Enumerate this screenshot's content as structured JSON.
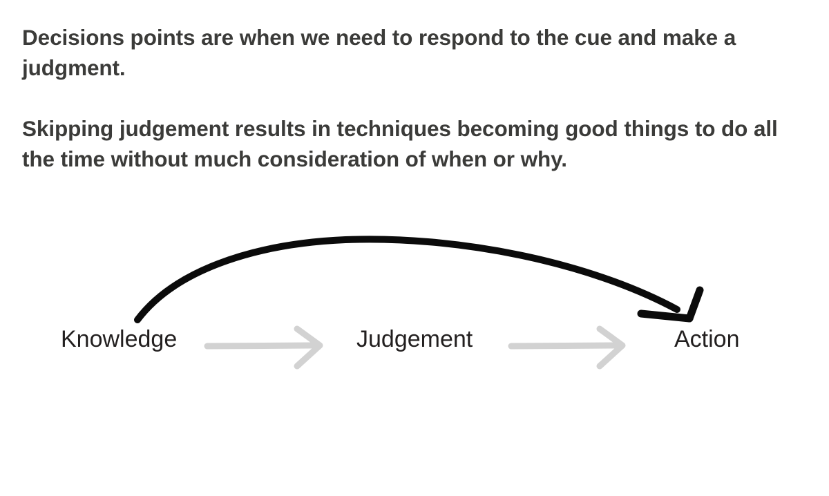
{
  "slide": {
    "background_color": "#ffffff",
    "text_color": "#3b3b39",
    "paragraphs": [
      "Decisions points are when we need to respond to the cue and make a judgment.",
      "Skipping judgement results in techniques becoming good things to do all the time without much consideration of when or why."
    ]
  },
  "diagram": {
    "type": "flow",
    "label_color": "#221f1f",
    "nodes": [
      {
        "id": "knowledge",
        "label": "Knowledge"
      },
      {
        "id": "judgement",
        "label": "Judgement"
      },
      {
        "id": "action",
        "label": "Action"
      }
    ],
    "connectors": [
      {
        "id": "knowledge-to-judgement",
        "style": "straight-arrow",
        "color": "#d2d2d2",
        "from": "knowledge",
        "to": "judgement"
      },
      {
        "id": "judgement-to-action",
        "style": "straight-arrow",
        "color": "#d2d2d2",
        "from": "judgement",
        "to": "action"
      },
      {
        "id": "knowledge-to-action-bypass",
        "style": "curved-arrow-overhead",
        "color": "#0b0b0b",
        "from": "knowledge",
        "to": "action"
      }
    ]
  }
}
